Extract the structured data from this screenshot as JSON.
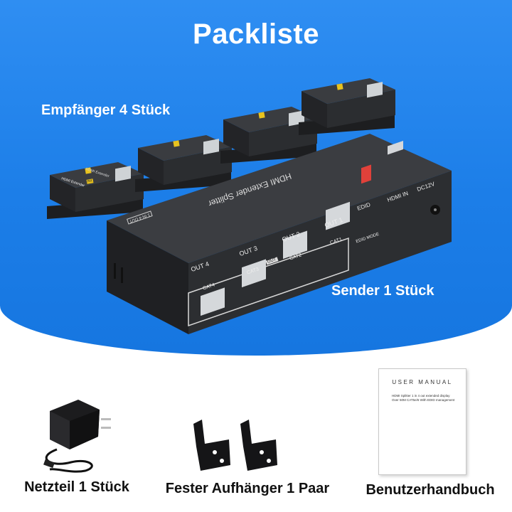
{
  "title": "Packliste",
  "labels": {
    "receivers": "Empfänger 4 Stück",
    "sender": "Sender 1 Stück",
    "power": "Netzteil 1 Stück",
    "bracket": "Fester Aufhänger 1 Paar",
    "manual": "Benutzerhandbuch"
  },
  "receiver_box": {
    "brand_text": "HDMI Extender",
    "rx_badge": "RX"
  },
  "splitter": {
    "name_text": "HDMI Extender Splitter",
    "mode_text": "1 IN 4 OUT",
    "ports": [
      "OUT 4",
      "OUT 3",
      "OUT 2",
      "OUT 1"
    ],
    "cat_labels": [
      "CAT4",
      "CAT3",
      "CAT2",
      "CAT1"
    ],
    "out_badge": "OUT",
    "edid_label": "EDID",
    "edid_mode": "EDID MODE",
    "hdmi_in": "HDMI IN",
    "dc": "DC12V"
  },
  "manual": {
    "heading": "USER MANUAL",
    "line1": "HDMI Splitter 1 in 4 out extended display",
    "line2": "Over 50M CAT5e/6 With EDID management"
  },
  "colors": {
    "background_blue": "#1c7ee8",
    "device_body": "#2d2f33"
  }
}
